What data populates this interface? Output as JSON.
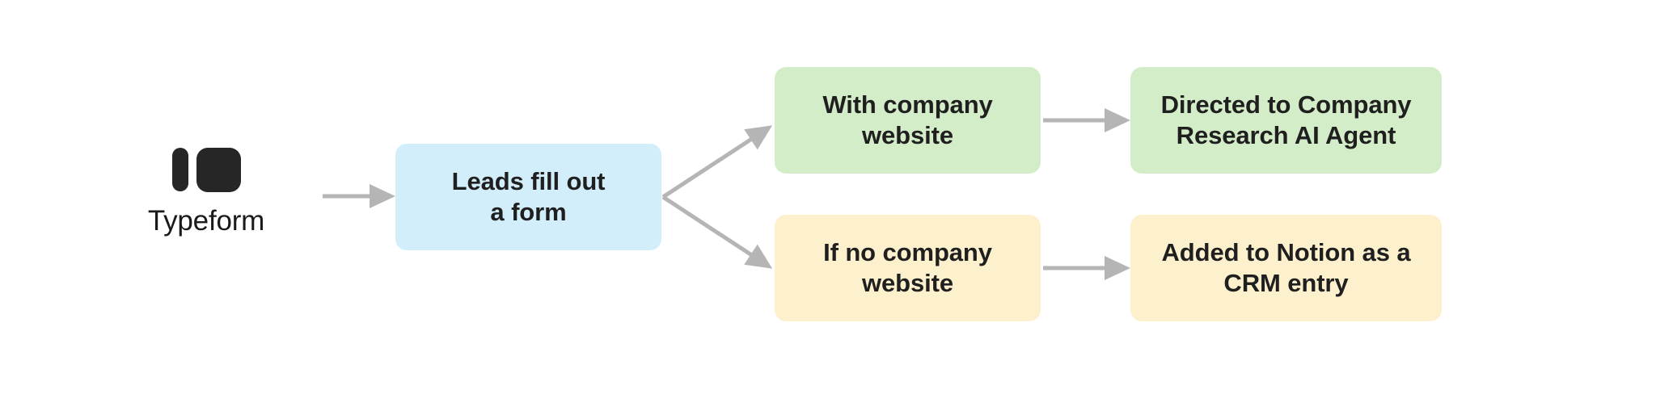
{
  "diagram": {
    "type": "flowchart",
    "background_color": "#ffffff",
    "source": {
      "logo_icon": "typeform-logo-icon",
      "label": "Typeform",
      "logo_color": "#262626",
      "label_color": "#1a1a1a"
    },
    "nodes": [
      {
        "id": "leads",
        "label": "Leads fill out\na form",
        "fill": "#d2eefb",
        "text_color": "#1f1f1f"
      },
      {
        "id": "with-website",
        "label": "With company\nwebsite",
        "fill": "#d4edc9",
        "text_color": "#1f1f1f"
      },
      {
        "id": "directed-agent",
        "label": "Directed to Company\nResearch AI Agent",
        "fill": "#d4edc9",
        "text_color": "#1f1f1f"
      },
      {
        "id": "no-website",
        "label": "If no company\nwebsite",
        "fill": "#fdf1cd",
        "text_color": "#1f1f1f"
      },
      {
        "id": "notion-crm",
        "label": "Added to Notion as a\nCRM entry",
        "fill": "#fdf1cd",
        "text_color": "#1f1f1f"
      }
    ],
    "edges": [
      {
        "id": "typeform-to-leads",
        "from": "typeform",
        "to": "leads",
        "style": "straight"
      },
      {
        "id": "leads-to-with-website",
        "from": "leads",
        "to": "with-website",
        "style": "diagonal-up"
      },
      {
        "id": "leads-to-no-website",
        "from": "leads",
        "to": "no-website",
        "style": "diagonal-down"
      },
      {
        "id": "with-website-to-directed",
        "from": "with-website",
        "to": "directed-agent",
        "style": "straight"
      },
      {
        "id": "no-website-to-notion",
        "from": "no-website",
        "to": "notion-crm",
        "style": "straight"
      }
    ],
    "edge_color": "#b5b5b5"
  }
}
